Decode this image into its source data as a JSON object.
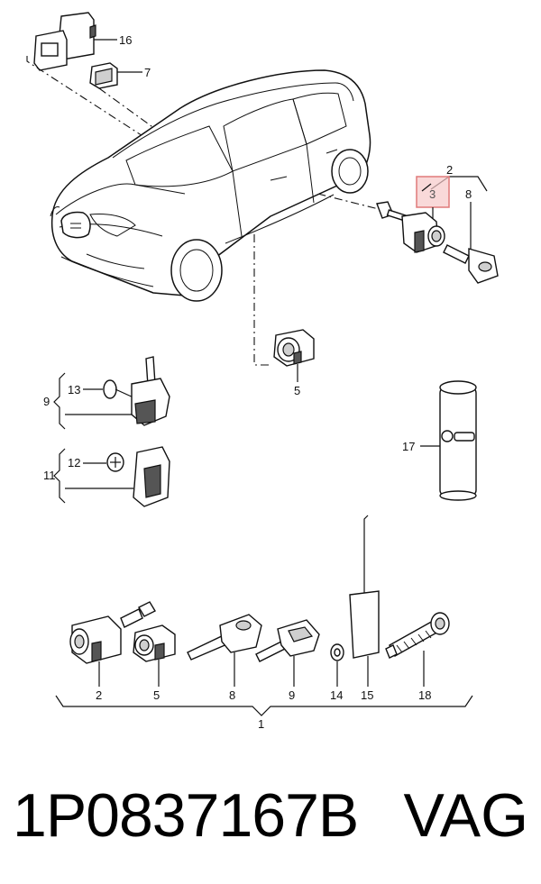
{
  "labels": {
    "l16": "16",
    "l7": "7",
    "l2top": "2",
    "l3": "3",
    "l8top": "8",
    "l5mid": "5",
    "l13": "13",
    "l9left": "9",
    "l12": "12",
    "l11": "11",
    "l17": "17",
    "b2": "2",
    "b5": "5",
    "b8": "8",
    "b9": "9",
    "b14": "14",
    "b15": "15",
    "b18": "18",
    "b1": "1"
  },
  "footer": {
    "part_number": "1P0837167B",
    "brand": "VAG"
  },
  "colors": {
    "highlight_fill": "#f6c9c9",
    "highlight_stroke": "#e07a7a"
  }
}
